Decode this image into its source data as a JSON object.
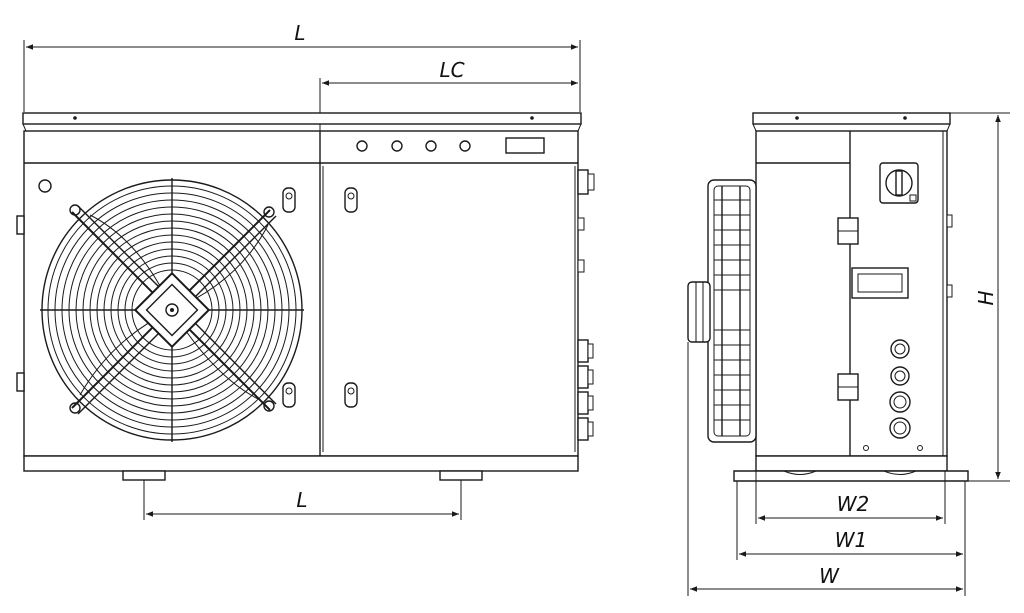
{
  "front_view": {
    "dim_overall_length": "L",
    "dim_control_length": "LC",
    "dim_feet_spacing": "L",
    "indicator_lamps": 4
  },
  "side_view": {
    "dim_height": "H",
    "dim_w2": "W2",
    "dim_w1": "W1",
    "dim_w": "W",
    "cable_glands": 4
  },
  "colors": {
    "line": "#1a1a1a",
    "background": "#ffffff"
  }
}
